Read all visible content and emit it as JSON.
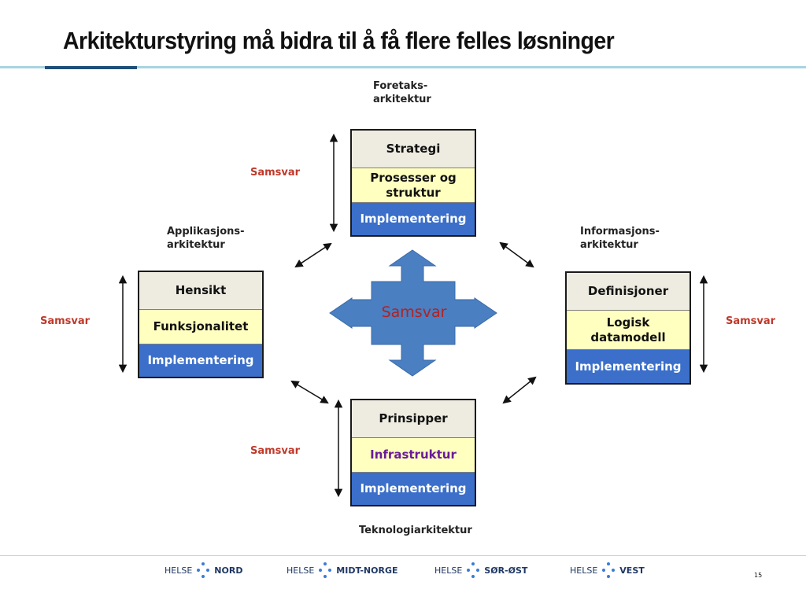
{
  "title": "Arkitekturstyring må bidra til å få flere felles løsninger",
  "labels": {
    "foretak_line1": "Foretaks-",
    "foretak_line2": "arkitektur",
    "applikasjon_line1": "Applikasjons-",
    "applikasjon_line2": "arkitektur",
    "informasjon_line1": "Informasjons-",
    "informasjon_line2": "arkitektur",
    "teknologi": "Teknologiarkitektur"
  },
  "samsvar": {
    "top": "Samsvar",
    "left": "Samsvar",
    "right": "Samsvar",
    "bottom": "Samsvar",
    "center": "Samsvar"
  },
  "boxes": {
    "top": {
      "row1": "Strategi",
      "row2_line1": "Prosesser og",
      "row2_line2": "struktur",
      "row3": "Implementering"
    },
    "left": {
      "row1": "Hensikt",
      "row2": "Funksjonalitet",
      "row3": "Implementering"
    },
    "right": {
      "row1": "Definisjoner",
      "row2_line1": "Logisk",
      "row2_line2": "datamodell",
      "row3": "Implementering"
    },
    "bottom": {
      "row1": "Prinsipper",
      "row2": "Infrastruktur",
      "row3": "Implementering"
    }
  },
  "footer": {
    "logos": [
      {
        "prefix": "HELSE",
        "region": "NORD"
      },
      {
        "prefix": "HELSE",
        "region": "MIDT-NORGE"
      },
      {
        "prefix": "HELSE",
        "region": "SØR-ØST"
      },
      {
        "prefix": "HELSE",
        "region": "VEST"
      }
    ],
    "page_number": "15"
  },
  "colors": {
    "implementation_blue": "#3b6fc9",
    "samsvar_red": "#c0392b",
    "center_arrow_blue": "#4a7fc1",
    "title_rule_dark": "#1f4e79"
  }
}
